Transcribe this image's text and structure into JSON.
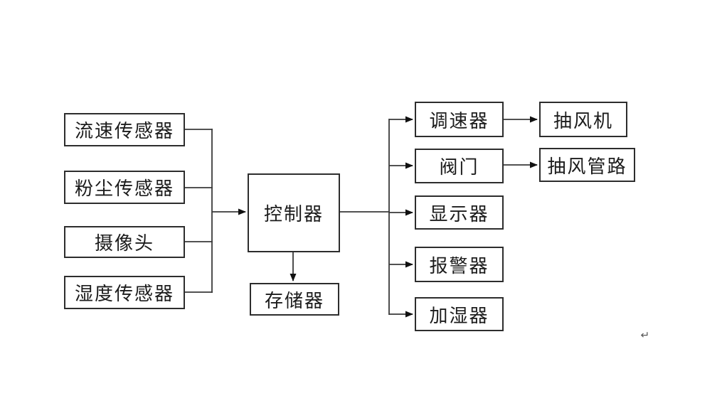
{
  "page": {
    "background": "#ffffff",
    "line_color": "#3a3a3a",
    "box_border_color": "#2d2d2d",
    "text_color": "#1c1c1c"
  },
  "diagram": {
    "nodes": [
      {
        "id": "flow-sensor",
        "label": "流速传感器"
      },
      {
        "id": "dust-sensor",
        "label": "粉尘传感器"
      },
      {
        "id": "camera",
        "label": "摄像头"
      },
      {
        "id": "humidity-sensor",
        "label": "湿度传感器"
      },
      {
        "id": "controller",
        "label": "控制器"
      },
      {
        "id": "memory",
        "label": "存储器"
      },
      {
        "id": "speed-regulator",
        "label": "调速器"
      },
      {
        "id": "valve",
        "label": "阀门"
      },
      {
        "id": "display",
        "label": "显示器"
      },
      {
        "id": "alarm",
        "label": "报警器"
      },
      {
        "id": "humidifier",
        "label": "加湿器"
      },
      {
        "id": "exhaust-fan",
        "label": "抽风机"
      },
      {
        "id": "exhaust-duct",
        "label": "抽风管路"
      }
    ],
    "edges": [
      {
        "from": "flow-sensor",
        "to": "controller"
      },
      {
        "from": "dust-sensor",
        "to": "controller"
      },
      {
        "from": "camera",
        "to": "controller"
      },
      {
        "from": "humidity-sensor",
        "to": "controller"
      },
      {
        "from": "controller",
        "to": "memory"
      },
      {
        "from": "controller",
        "to": "speed-regulator"
      },
      {
        "from": "controller",
        "to": "valve"
      },
      {
        "from": "controller",
        "to": "display"
      },
      {
        "from": "controller",
        "to": "alarm"
      },
      {
        "from": "controller",
        "to": "humidifier"
      },
      {
        "from": "speed-regulator",
        "to": "exhaust-fan"
      },
      {
        "from": "valve",
        "to": "exhaust-duct"
      }
    ],
    "paragraph_mark": "↵"
  }
}
